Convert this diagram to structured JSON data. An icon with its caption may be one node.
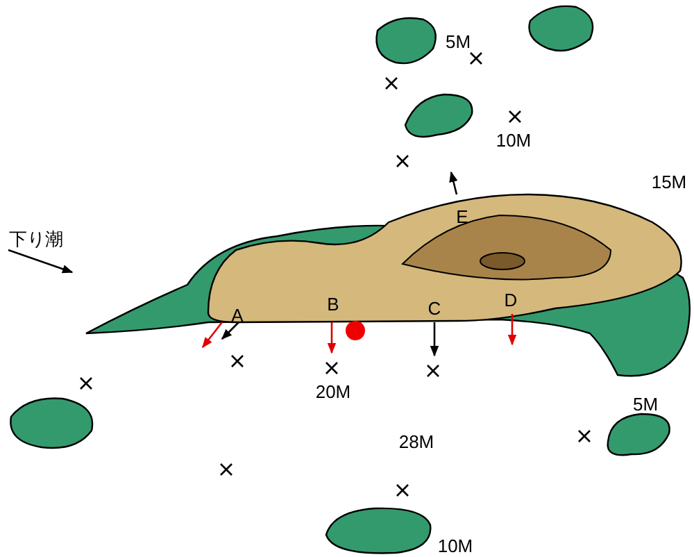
{
  "diagram": {
    "labels": [
      "5M",
      "10M",
      "15M",
      "E",
      "下り潮",
      "D",
      "A",
      "B",
      "C",
      "20M",
      "5M",
      "28M",
      "10M"
    ]
  }
}
